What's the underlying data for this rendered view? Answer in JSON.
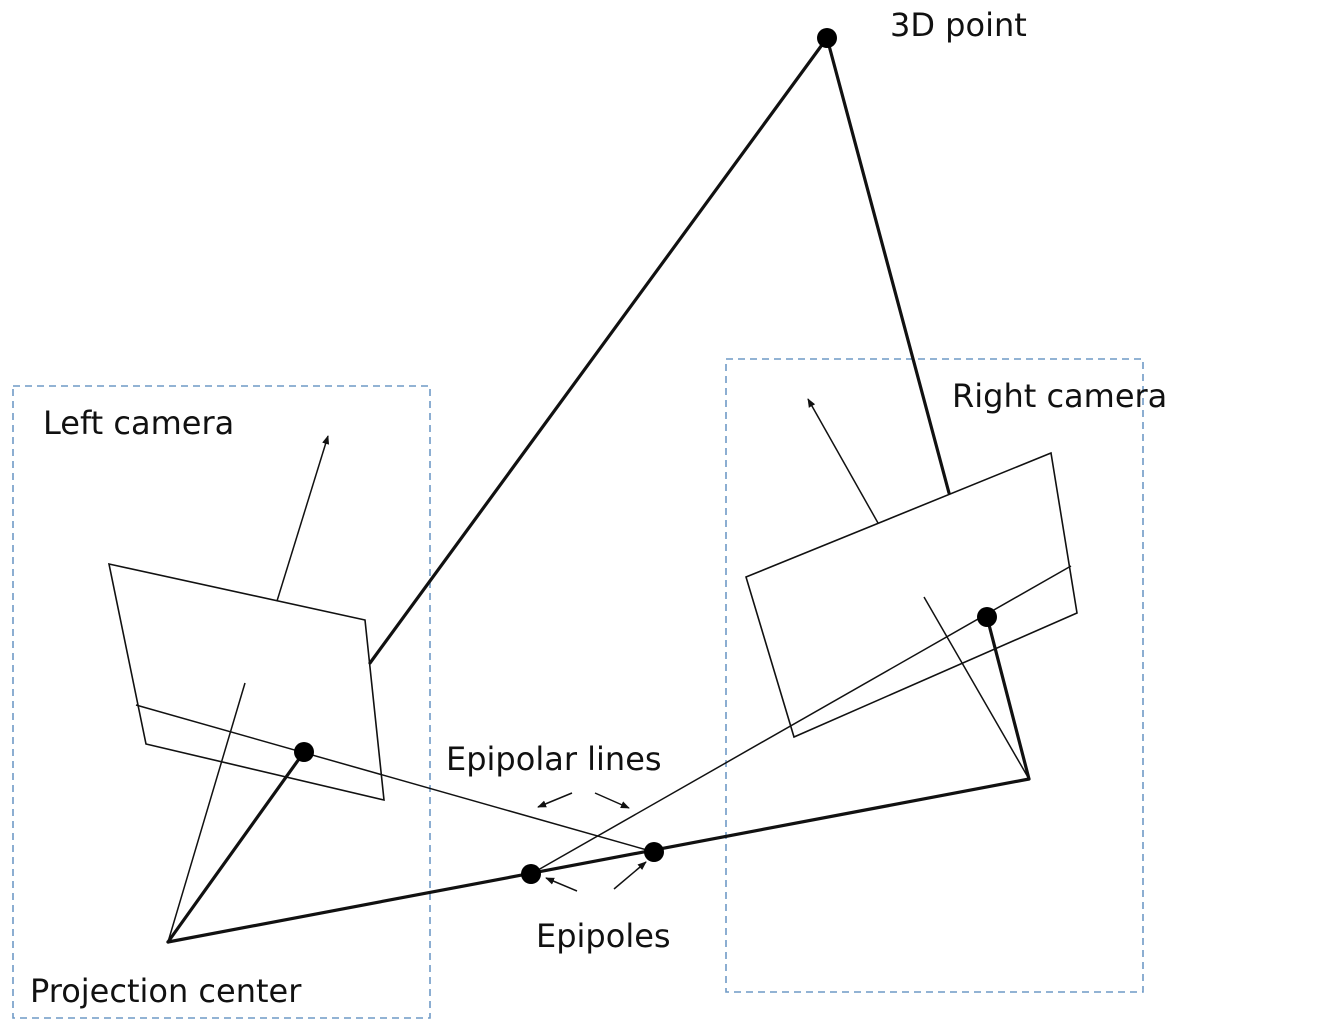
{
  "labels": {
    "point_3d": "3D point",
    "left_camera": "Left camera",
    "right_camera": "Right camera",
    "epipolar_lines": "Epipolar lines",
    "epipoles": "Epipoles",
    "projection_center": "Projection center"
  },
  "colors": {
    "line": "#111111",
    "camera_box": "#6f9ac6",
    "background": "#ffffff"
  }
}
